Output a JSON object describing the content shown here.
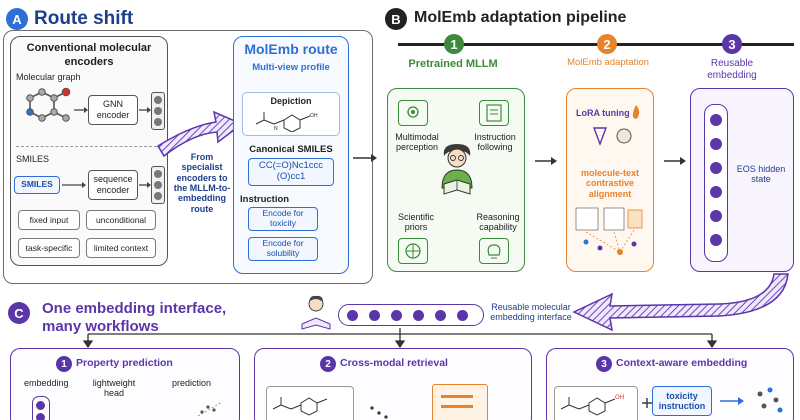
{
  "panel_a": {
    "letter": "A",
    "title": "Route shift",
    "conventional": {
      "title": "Conventional molecular encoders",
      "graph_label": "Molecular graph",
      "gnn_label": "GNN encoder",
      "smiles_label": "SMILES",
      "smiles_chip": "SMILES",
      "seq_label": "sequence encoder",
      "limitations": [
        "fixed input",
        "unconditional",
        "task-specific",
        "limited context"
      ]
    },
    "transition_text": "From specialist encoders to the MLLM-to-embedding route",
    "molemb_route": {
      "title": "MolEmb route",
      "subtitle": "Multi-view profile",
      "depiction_label": "Depiction",
      "canonical_label": "Canonical SMILES",
      "canonical_value": "CC(=O)Nc1ccc(O)cc1",
      "instruction_label": "Instruction",
      "instructions": [
        "Encode for toxicity",
        "Encode for solubility"
      ]
    }
  },
  "panel_b": {
    "letter": "B",
    "title": "MolEmb adaptation pipeline",
    "steps": [
      {
        "num": "1",
        "label": "Pretrained MLLM"
      },
      {
        "num": "2",
        "label": "MolEmb adaptation"
      },
      {
        "num": "3",
        "label": "Reusable embedding"
      }
    ],
    "capabilities": [
      "Multimodal perception",
      "Instruction following",
      "Scientific priors",
      "Reasoning capability"
    ],
    "lora_label": "LoRA tuning",
    "contrastive_label": "molecule-text contrastive alignment",
    "eos_label": "EOS hidden state"
  },
  "panel_c": {
    "letter": "C",
    "title": "One embedding interface, many workflows",
    "interface_label": "Reusable molecular embedding interface",
    "workflows": [
      {
        "num": "1",
        "label": "Property prediction"
      },
      {
        "num": "2",
        "label": "Cross-modal retrieval"
      },
      {
        "num": "3",
        "label": "Context-aware embedding"
      }
    ],
    "property_items": [
      "embedding",
      "lightweight head",
      "prediction"
    ],
    "context_chip": "toxicity instruction"
  },
  "colors": {
    "blue": "#2e6fd6",
    "dark_blue": "#1c3f8a",
    "green": "#3c8a3c",
    "orange": "#e7832a",
    "purple": "#5b36a8",
    "gray": "#6d6d6d"
  }
}
